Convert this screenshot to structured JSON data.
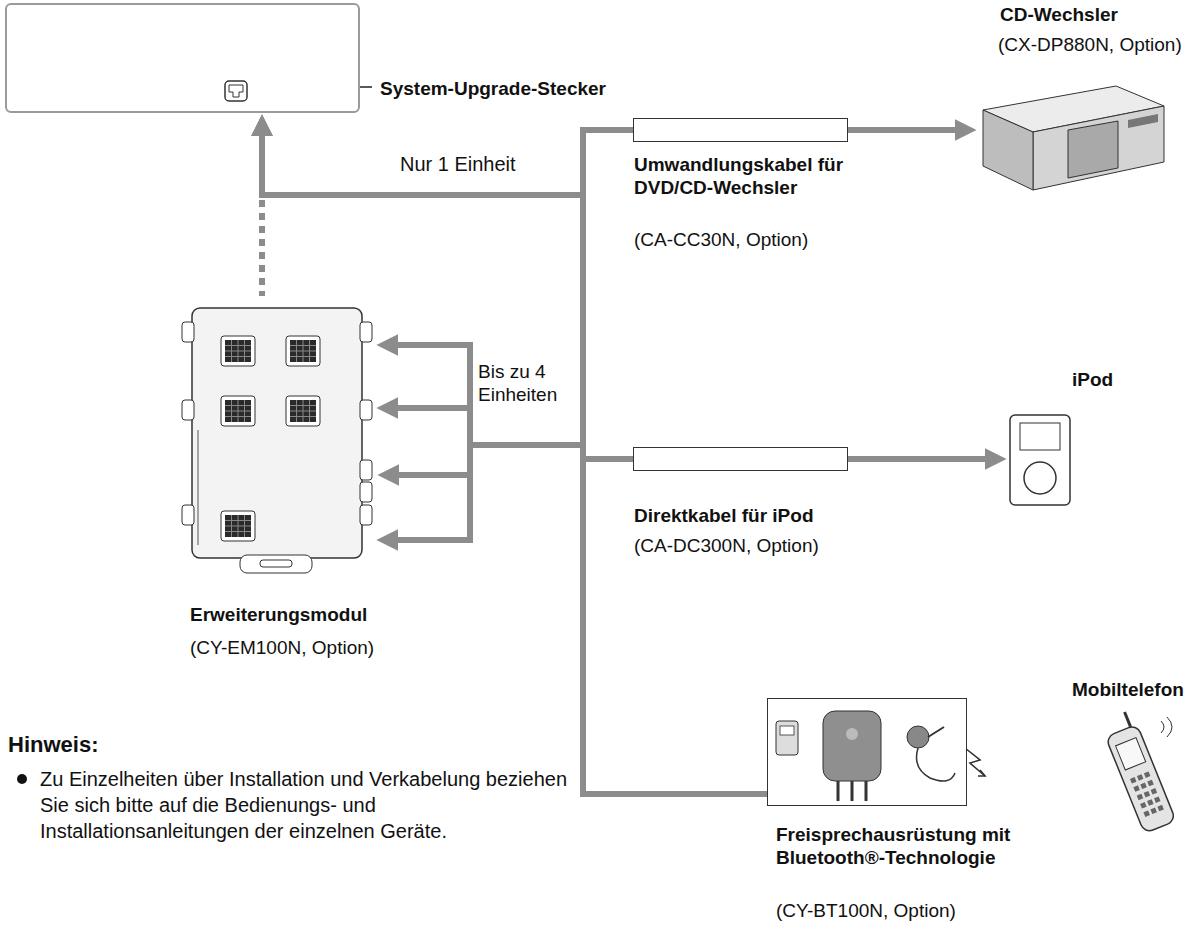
{
  "diagram": {
    "nodes": [
      {
        "text": [
          "System-Upgrade-Stecker"
        ]
      },
      {
        "text": [
          "Erweiterungsmodul",
          "(CY-EM100N, Option)"
        ]
      },
      {
        "text": [
          "Umwandlungskabel für DVD/CD-Wechsler",
          "(CA-CC30N, Option)"
        ]
      },
      {
        "text": [
          "CD-Wechsler",
          "(CX-DP880N, Option)"
        ]
      },
      {
        "text": [
          "Direktkabel für iPod",
          "(CA-DC300N, Option)"
        ]
      },
      {
        "text": [
          "iPod"
        ]
      },
      {
        "text": [
          "Freisprechausrüstung mit Bluetooth®-Technologie",
          "(CY-BT100N, Option)"
        ]
      },
      {
        "text": [
          "Mobiltelefon"
        ]
      }
    ],
    "edges": [
      {
        "from": 2,
        "to": 3,
        "arrow": "to"
      },
      {
        "from": 4,
        "to": 5,
        "arrow": "to"
      },
      {
        "from": 2,
        "to": 0,
        "arrow": "to"
      },
      {
        "from": 4,
        "to": 0,
        "arrow": "to"
      },
      {
        "from": 6,
        "to": 0,
        "arrow": "to"
      },
      {
        "from": 2,
        "to": 1,
        "arrow": "to"
      },
      {
        "from": 4,
        "to": 1,
        "arrow": "to"
      },
      {
        "from": 6,
        "to": 1,
        "arrow": "to"
      }
    ],
    "labels": [
      "Nur 1 Einheit",
      "Bis zu 4 Einheiten",
      "Hinweis:",
      "Zu Einzelheiten über Installation und Verkabelung beziehen Sie sich bitte auf die Bedienungs- und Installationsanleitungen der einzelnen Geräte."
    ]
  }
}
